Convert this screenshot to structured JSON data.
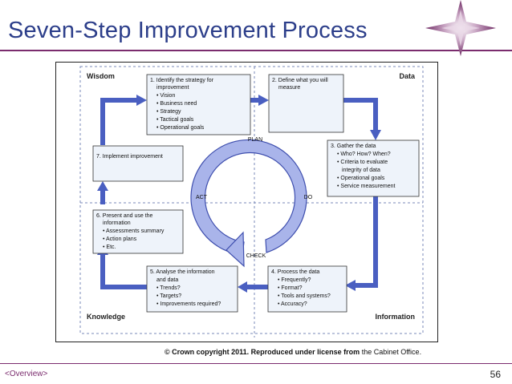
{
  "slide": {
    "title": "Seven-Step Improvement Process",
    "footer_left": "<Overview>",
    "page_number": "56",
    "copyright_bold": "© Crown copyright 2011. Reproduced under license from",
    "copyright_rest": " the Cabinet Office."
  },
  "diagram": {
    "quadrants": {
      "top_left": "Wisdom",
      "top_right": "Data",
      "bottom_left": "Knowledge",
      "bottom_right": "Information"
    },
    "cycle": {
      "plan": "PLAN",
      "do": "DO",
      "check": "CHECK",
      "act": "ACT"
    },
    "steps": [
      {
        "lines": [
          "1. Identify the strategy for",
          "improvement",
          "• Vision",
          "• Business need",
          "• Strategy",
          "• Tactical goals",
          "• Operational goals"
        ]
      },
      {
        "lines": [
          "2. Define what you will",
          "measure"
        ]
      },
      {
        "lines": [
          "3. Gather the data",
          "• Who? How? When?",
          "• Criteria to evaluate",
          "integrity of data",
          "• Operational goals",
          "• Service measurement"
        ]
      },
      {
        "lines": [
          "4. Process the data",
          "• Frequently?",
          "• Format?",
          "• Tools and systems?",
          "• Accuracy?"
        ]
      },
      {
        "lines": [
          "5. Analyse the information",
          "and data",
          "• Trends?",
          "• Targets?",
          "• Improvements required?"
        ]
      },
      {
        "lines": [
          "6. Present and use the",
          "information",
          "• Assessments summary",
          "• Action plans",
          "• Etc."
        ]
      },
      {
        "lines": [
          "7. Implement improvement"
        ]
      }
    ],
    "colors": {
      "arrow": "#4a5fc1",
      "box_fill": "#eef3fa",
      "ring_fill": "#a9b4ea",
      "ring_stroke": "#3f4fae",
      "title": "#2c3e8a",
      "accent": "#7b2c6e"
    }
  }
}
